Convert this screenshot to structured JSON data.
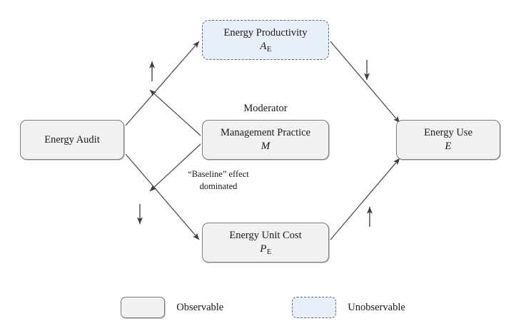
{
  "figure": {
    "type": "path-diagram",
    "nodes": [
      {
        "id": "energy-audit",
        "label": "Energy Audit",
        "symbol": "",
        "symbol_sub": "",
        "kind": "observable"
      },
      {
        "id": "energy-productivity",
        "label": "Energy Productivity",
        "symbol": "A",
        "symbol_sub": "E",
        "kind": "unobservable"
      },
      {
        "id": "management-practice",
        "label": "Management Practice",
        "symbol": "M",
        "symbol_sub": "",
        "kind": "observable"
      },
      {
        "id": "energy-unit-cost",
        "label": "Energy Unit Cost",
        "symbol": "P",
        "symbol_sub": "E",
        "kind": "observable"
      },
      {
        "id": "energy-use",
        "label": "Energy Use",
        "symbol": "E",
        "symbol_sub": "",
        "kind": "observable"
      }
    ],
    "captions": {
      "moderator": "Moderator",
      "baseline_line1": "“Baseline” effect",
      "baseline_line2": "dominated"
    },
    "signs": {
      "audit_to_productivity": "↑",
      "audit_to_unit_cost": "↓",
      "productivity_to_use": "↓",
      "unit_cost_to_use": "↑"
    },
    "legend": [
      {
        "id": "observable",
        "label": "Observable",
        "kind": "observable"
      },
      {
        "id": "unobservable",
        "label": "Unobservable",
        "kind": "unobservable"
      }
    ],
    "colors": {
      "observable_fill": "#f1f1f1",
      "observable_border": "#7d7d7d",
      "unobservable_fill": "#e9eff9",
      "unobservable_border": "#5d6878",
      "edge": "#4a4a4a",
      "background": "#ffffff"
    }
  }
}
